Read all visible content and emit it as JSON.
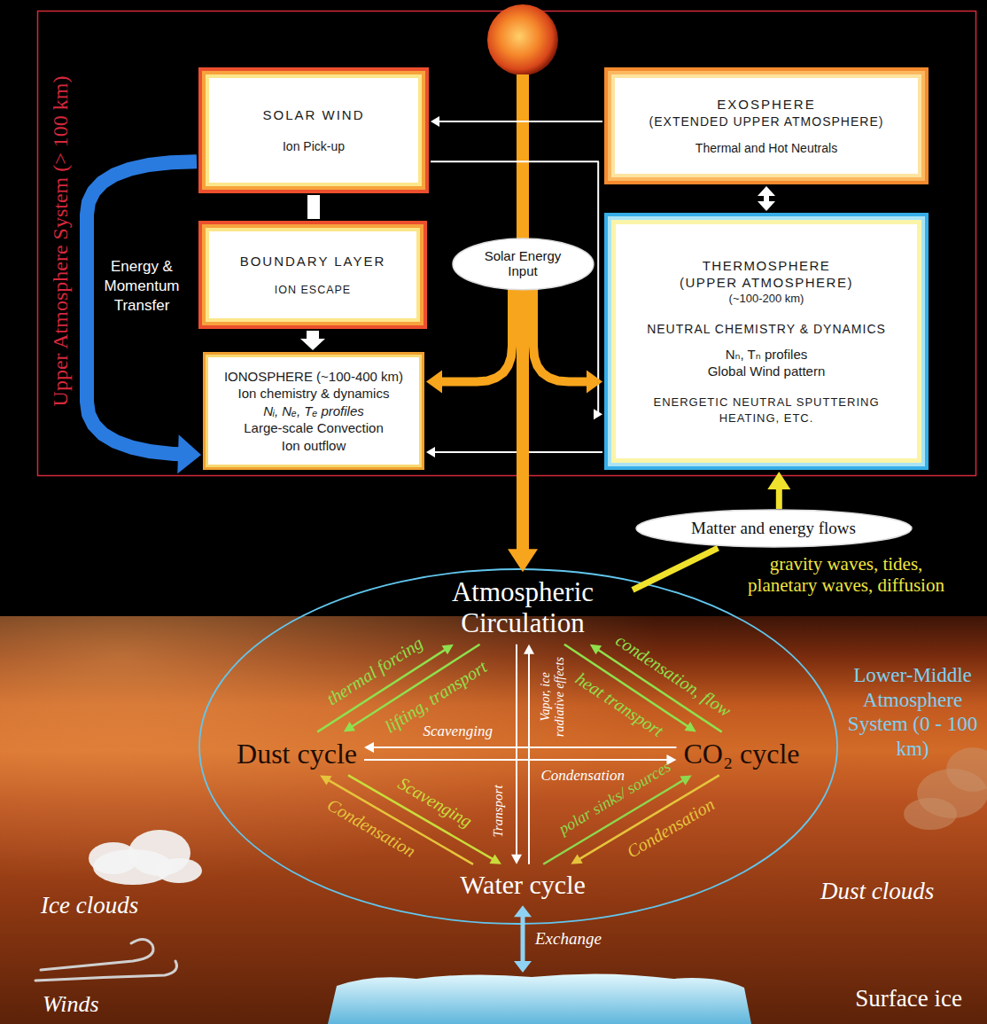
{
  "diagram": {
    "nodes": [
      {
        "text": [
          "SOLAR WIND",
          "Ion Pick-up"
        ]
      },
      {
        "text": [
          "EXOSPHERE",
          "(EXTENDED UPPER ATMOSPHERE)",
          "Thermal and Hot Neutrals"
        ]
      },
      {
        "text": [
          "BOUNDARY LAYER",
          "ION ESCAPE"
        ]
      },
      {
        "text": [
          "Solar Energy Input"
        ]
      },
      {
        "text": [
          "THERMOSPHERE",
          "(UPPER ATMOSPHERE)",
          "(~100-200 km)",
          "NEUTRAL CHEMISTRY & DYNAMICS",
          "Nₙ, Tₙ profiles",
          "Global Wind pattern",
          "ENERGETIC NEUTRAL SPUTTERING HEATING, ETC."
        ]
      },
      {
        "text": [
          "IONOSPHERE (~100-400 km)",
          "Ion chemistry & dynamics",
          "Nᵢ, Nₑ, Tₑ profiles",
          "Large-scale Convection",
          "Ion outflow"
        ]
      },
      {
        "text": [
          "Matter and energy flows"
        ]
      },
      {
        "text": [
          "Atmospheric Circulation"
        ]
      },
      {
        "text": [
          "Dust cycle"
        ]
      },
      {
        "text": [
          "CO₂ cycle"
        ]
      },
      {
        "text": [
          "Water cycle"
        ]
      },
      {
        "text": [
          "Surface ice"
        ]
      }
    ],
    "edges": [
      {
        "from": 1,
        "to": 0,
        "arrow": "to"
      },
      {
        "from": 0,
        "to": 4,
        "arrow": "to"
      },
      {
        "from": 1,
        "to": 4,
        "arrow": "both"
      },
      {
        "from": 0,
        "to": 2,
        "arrow": "none"
      },
      {
        "from": 2,
        "to": 5,
        "arrow": "to"
      },
      {
        "from": 4,
        "to": 5,
        "arrow": "to"
      },
      {
        "from": 0,
        "to": 5,
        "arrow": "to",
        "label": "Energy & Momentum Transfer"
      },
      {
        "from": 3,
        "to": 5,
        "arrow": "to"
      },
      {
        "from": 3,
        "to": 4,
        "arrow": "to"
      },
      {
        "from": 3,
        "to": 7,
        "arrow": "to"
      },
      {
        "from": 7,
        "to": 6,
        "arrow": "none"
      },
      {
        "from": 6,
        "to": 4,
        "arrow": "to"
      },
      {
        "from": 8,
        "to": 7,
        "arrow": "to",
        "label": "thermal forcing"
      },
      {
        "from": 7,
        "to": 8,
        "arrow": "to",
        "label": "lifting, transport"
      },
      {
        "from": 9,
        "to": 7,
        "arrow": "to",
        "label": "condensation, flow"
      },
      {
        "from": 7,
        "to": 9,
        "arrow": "to",
        "label": "heat transport"
      },
      {
        "from": 9,
        "to": 8,
        "arrow": "to",
        "label": "Scavenging"
      },
      {
        "from": 8,
        "to": 9,
        "arrow": "to",
        "label": "Condensation"
      },
      {
        "from": 10,
        "to": 7,
        "arrow": "to",
        "label": "Vapor, ice radiative effects"
      },
      {
        "from": 7,
        "to": 10,
        "arrow": "to",
        "label": "Transport"
      },
      {
        "from": 8,
        "to": 10,
        "arrow": "to",
        "label": "Scavenging"
      },
      {
        "from": 10,
        "to": 8,
        "arrow": "to",
        "label": "Condensation"
      },
      {
        "from": 10,
        "to": 9,
        "arrow": "to",
        "label": "polar sinks/ sources"
      },
      {
        "from": 9,
        "to": 10,
        "arrow": "to",
        "label": "Condensation"
      },
      {
        "from": 10,
        "to": 11,
        "arrow": "both",
        "label": "Exchange"
      }
    ],
    "labels": [
      "Upper Atmosphere System (> 100 km)",
      "gravity waves, tides, planetary waves, diffusion",
      "Lower-Middle Atmosphere System (0 - 100 km)",
      "Ice clouds",
      "Dust clouds",
      "Winds"
    ]
  }
}
